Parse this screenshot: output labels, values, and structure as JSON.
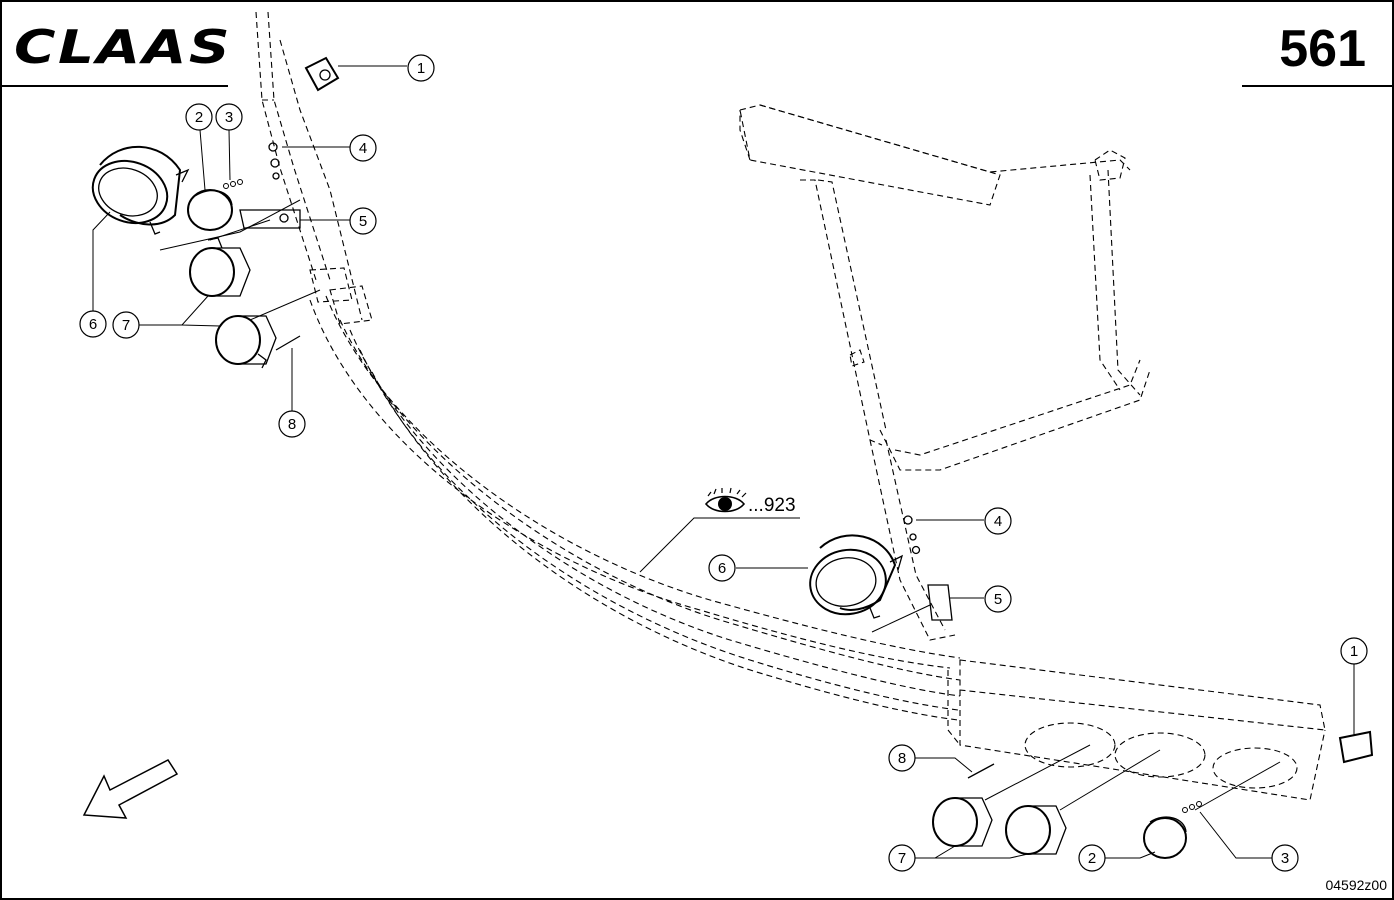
{
  "header": {
    "brand": "CLAAS",
    "page_number": "561"
  },
  "reference": {
    "text": "...923",
    "icon": "eye-icon"
  },
  "drawing_code": "04592z00",
  "callouts": {
    "left_1": "1",
    "left_2": "2",
    "left_3": "3",
    "left_4": "4",
    "left_5": "5",
    "left_6": "6",
    "left_7": "7",
    "left_8": "8",
    "right_1": "1",
    "right_2": "2",
    "right_3": "3",
    "right_4": "4",
    "right_5": "5",
    "right_6": "6",
    "right_7": "7",
    "right_8": "8"
  },
  "colors": {
    "ink": "#000000",
    "paper": "#ffffff"
  }
}
